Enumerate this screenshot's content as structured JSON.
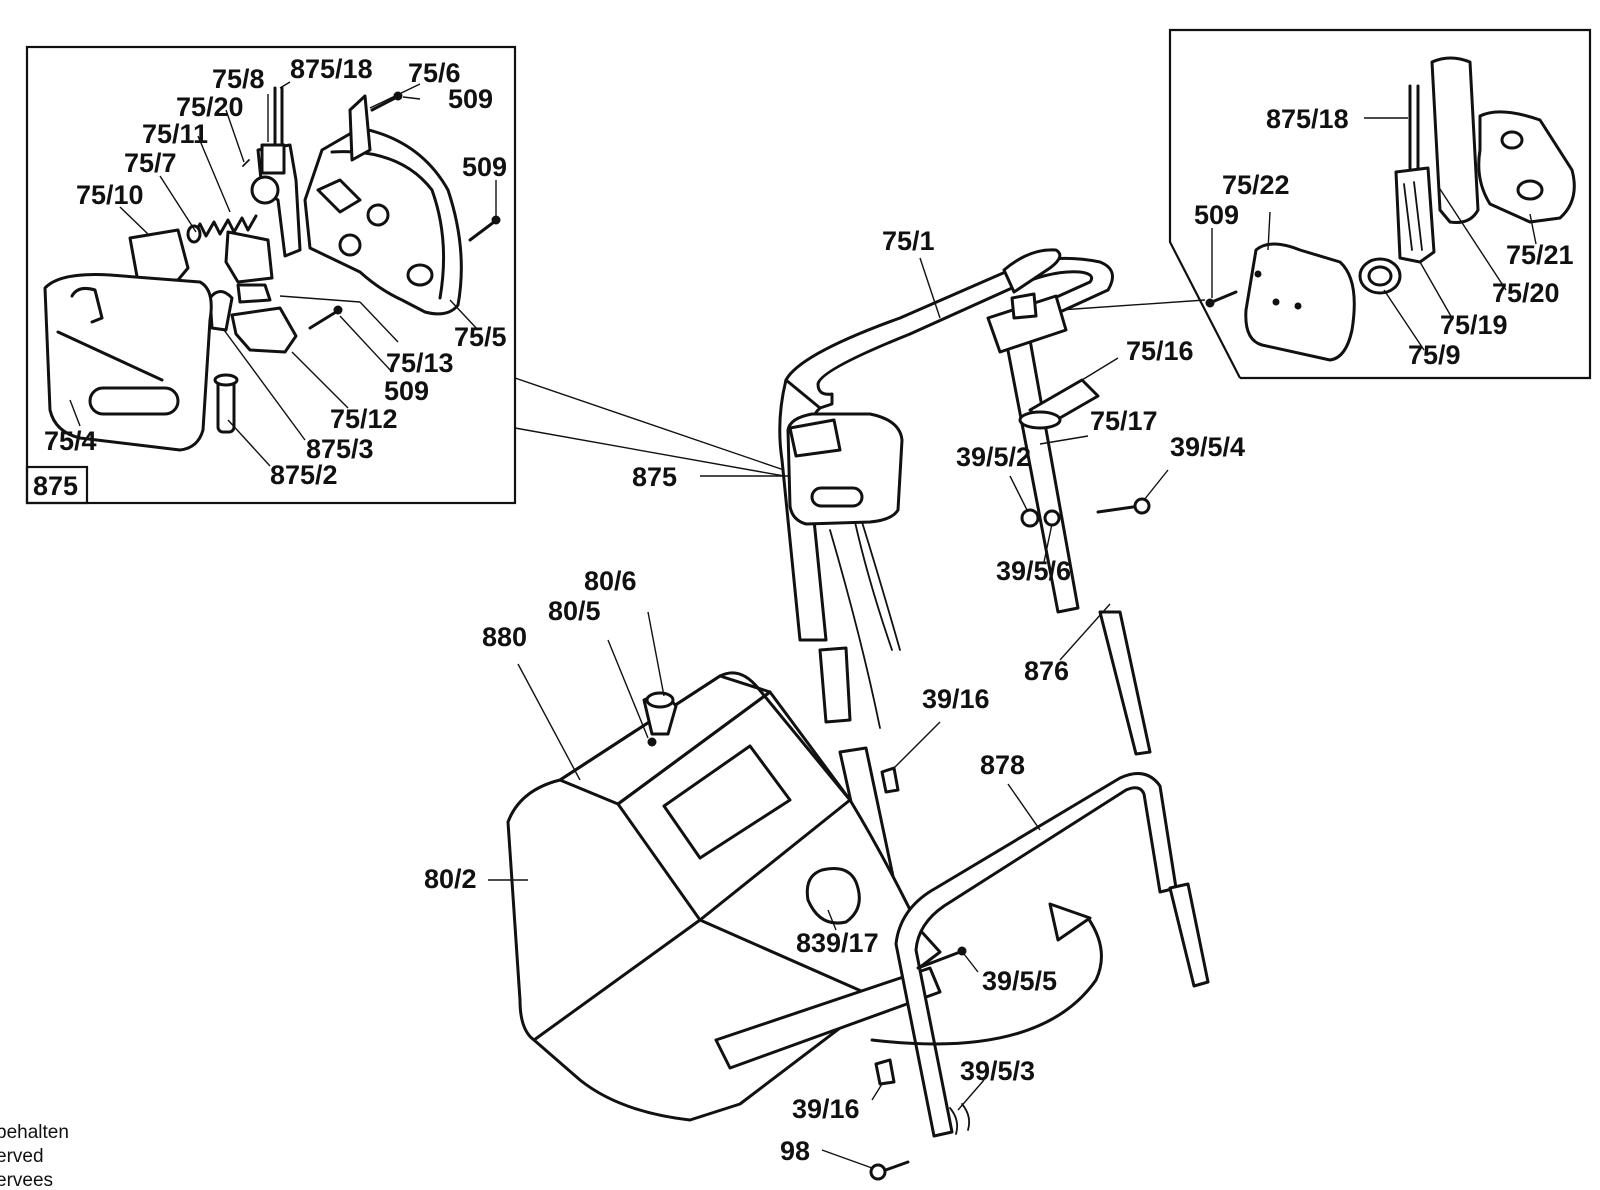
{
  "labels": {
    "l_75_8": "75/8",
    "l_875_18_a": "875/18",
    "l_75_6": "75/6",
    "l_509_a": "509",
    "l_75_20_a": "75/20",
    "l_75_11": "75/11",
    "l_509_b": "509",
    "l_75_7": "75/7",
    "l_75_10": "75/10",
    "l_75_5": "75/5",
    "l_75_13": "75/13",
    "l_509_c": "509",
    "l_75_12": "75/12",
    "l_875_3": "875/3",
    "l_75_4": "75/4",
    "l_875_2": "875/2",
    "l_875_box": "875",
    "l_875_18_b": "875/18",
    "l_75_22": "75/22",
    "l_509_d": "509",
    "l_75_21": "75/21",
    "l_75_20_b": "75/20",
    "l_75_19": "75/19",
    "l_75_9": "75/9",
    "l_75_1": "75/1",
    "l_75_16": "75/16",
    "l_75_17": "75/17",
    "l_39_5_2": "39/5/2",
    "l_39_5_4": "39/5/4",
    "l_875": "875",
    "l_39_5_6": "39/5/6",
    "l_80_6": "80/6",
    "l_80_5": "80/5",
    "l_880": "880",
    "l_876": "876",
    "l_39_16_a": "39/16",
    "l_878": "878",
    "l_80_2": "80/2",
    "l_839_17": "839/17",
    "l_39_5_5": "39/5/5",
    "l_39_5_3": "39/5/3",
    "l_39_16_b": "39/16",
    "l_98": "98"
  },
  "copyright": {
    "line1": "behalten",
    "line2": "erved",
    "line3": "ervees"
  }
}
